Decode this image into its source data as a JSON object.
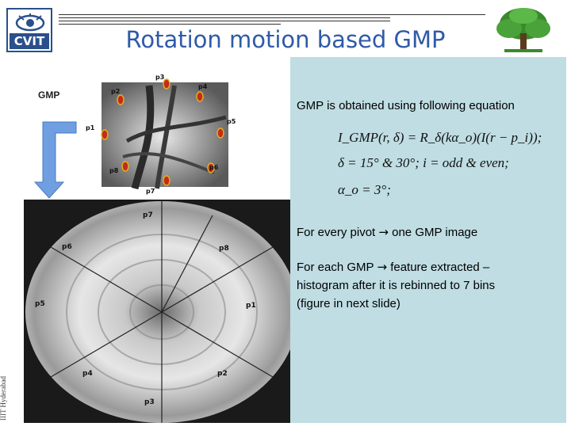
{
  "header": {
    "logo_text": "CVIT",
    "title": "Rotation motion based GMP",
    "side_credit": "IIIT Hyderabad"
  },
  "figure": {
    "gmp_label": "GMP",
    "top_labels": [
      "p1",
      "p2",
      "p3",
      "p4",
      "p5",
      "p6",
      "p7",
      "p8"
    ],
    "bottom_labels": [
      "p1",
      "p2",
      "p3",
      "p4",
      "p5",
      "p6",
      "p7",
      "p8"
    ]
  },
  "panel": {
    "intro": "GMP is obtained using following equation",
    "eq1": "I_GMP(r, δ) = R_δ(kα_o)(I(r − p_i));",
    "eq2": "δ = 15° & 30°; i = odd & even;",
    "eq3": "α_o = 3°;",
    "line_pivot_a": "For every pivot",
    "line_pivot_b": "one GMP image",
    "line_feat_a": "For each GMP",
    "line_feat_b": "feature extracted –",
    "line_feat_c": "histogram after it is rebinned to 7 bins",
    "line_feat_d": "(figure in next slide)"
  },
  "colors": {
    "title_blue": "#2f5aa8",
    "panel_bg": "#bfdde3",
    "arrow_blue": "#6f9fe0",
    "marker_red": "#c62a1a",
    "marker_yellow": "#e0b020"
  }
}
